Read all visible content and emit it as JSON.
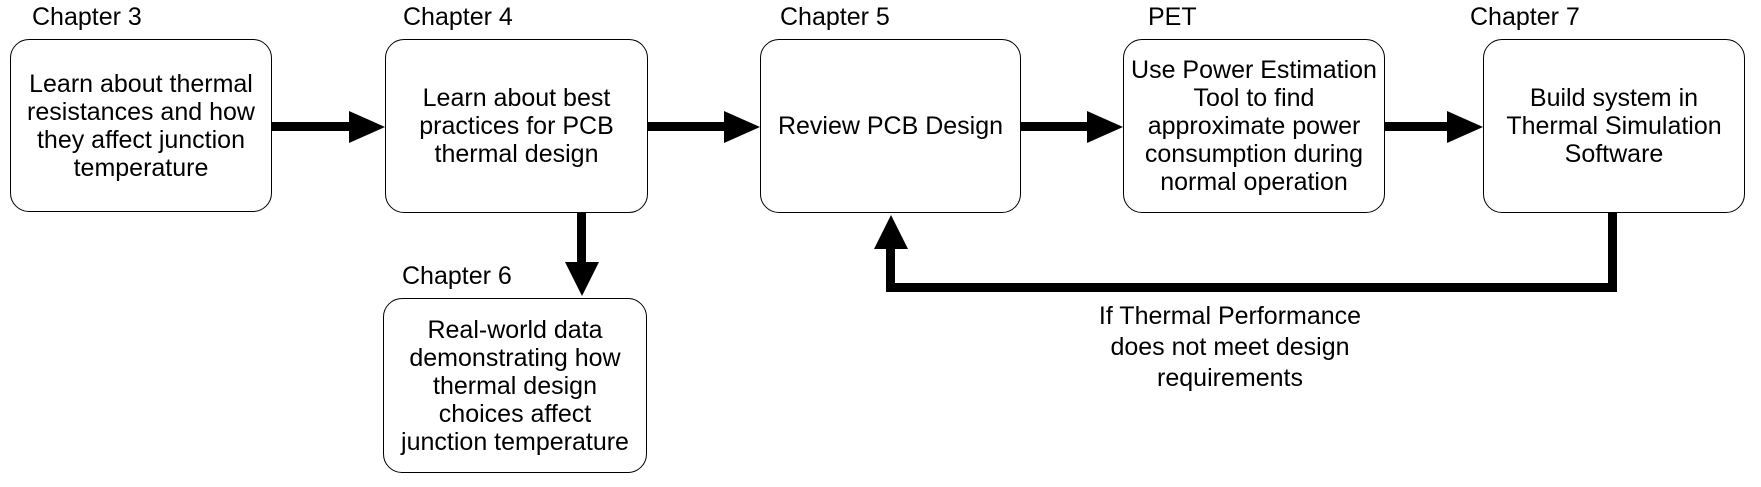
{
  "diagram": {
    "type": "flowchart",
    "colors": {
      "background": "#ffffff",
      "node_fill": "#ffffff",
      "line": "#000000",
      "text": "#000000"
    },
    "nodes": [
      {
        "id": "chapter-3",
        "label": "Chapter 3",
        "text": "Learn about thermal\nresistances and how\nthey affect junction\ntemperature"
      },
      {
        "id": "chapter-4",
        "label": "Chapter 4",
        "text": "Learn about best\npractices for PCB\nthermal design"
      },
      {
        "id": "chapter-5",
        "label": "Chapter 5",
        "text": "Review PCB Design"
      },
      {
        "id": "pet",
        "label": "PET",
        "text": "Use Power Estimation\nTool to find\napproximate power\nconsumption during\nnormal operation"
      },
      {
        "id": "chapter-7",
        "label": "Chapter 7",
        "text": "Build system in\nThermal Simulation\nSoftware"
      },
      {
        "id": "chapter-6",
        "label": "Chapter 6",
        "text": "Real-world data\ndemonstrating how\nthermal design\nchoices affect\njunction temperature"
      }
    ],
    "edges": [
      {
        "from": "chapter-3",
        "to": "chapter-4"
      },
      {
        "from": "chapter-4",
        "to": "chapter-5"
      },
      {
        "from": "chapter-5",
        "to": "pet"
      },
      {
        "from": "pet",
        "to": "chapter-7"
      },
      {
        "from": "chapter-4",
        "to": "chapter-6"
      },
      {
        "from": "chapter-7",
        "to": "chapter-5",
        "label": "If Thermal Performance\ndoes not meet design\nrequirements"
      }
    ]
  }
}
